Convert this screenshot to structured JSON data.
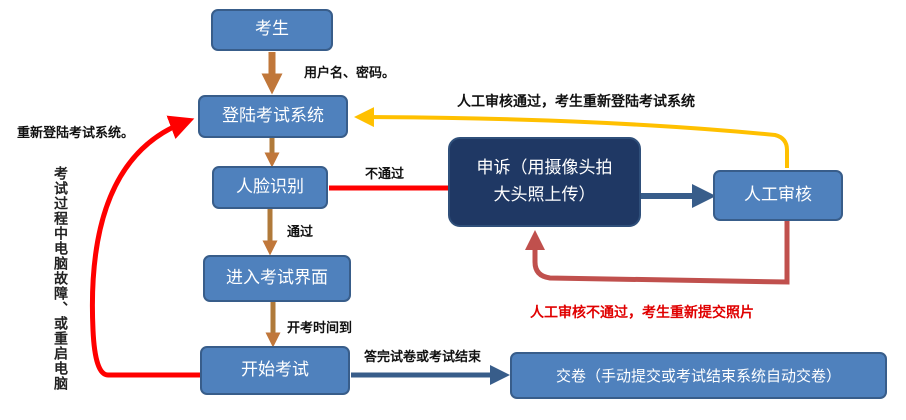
{
  "nodes": {
    "candidate": "考生",
    "login": "登陆考试系统",
    "face_recognition": "人脸识别",
    "enter_exam": "进入考试界面",
    "start_exam": "开始考试",
    "appeal_line1": "申诉（用摄像头拍",
    "appeal_line2": "大头照上传）",
    "manual_review": "人工审核",
    "submit": "交卷（手动提交或考试结束系统自动交卷）"
  },
  "labels": {
    "credentials": "用户名、密码。",
    "review_pass": "人工审核通过，考生重新登陆考试系统",
    "relogin": "重新登陆考试系统。",
    "failure_vertical": "考试过程中电脑故障、或重启电脑",
    "not_pass": "不通过",
    "pass": "通过",
    "exam_time": "开考时间到",
    "finish": "答完试卷或考试结束",
    "review_fail": "人工审核不通过，考生重新提交照片"
  },
  "colors": {
    "box_fill": "#4f81bd",
    "box_dark": "#1f3864",
    "brown_arrow": "#c0773a",
    "red_arrow": "#ff0000",
    "yellow_arrow": "#ffc000",
    "darkred_arrow": "#c0504d",
    "fail_text": "#e00000"
  }
}
